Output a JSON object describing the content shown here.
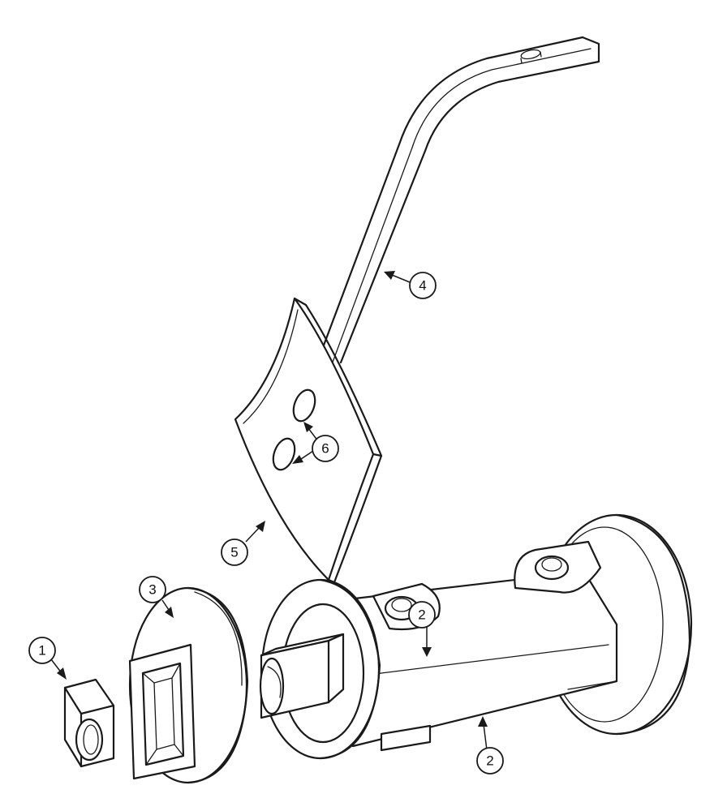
{
  "callouts": [
    {
      "id": "c1",
      "label": "1"
    },
    {
      "id": "c2a",
      "label": "2"
    },
    {
      "id": "c2b",
      "label": "2"
    },
    {
      "id": "c3",
      "label": "3"
    },
    {
      "id": "c4",
      "label": "4"
    },
    {
      "id": "c5",
      "label": "5"
    },
    {
      "id": "c6",
      "label": "6"
    }
  ]
}
